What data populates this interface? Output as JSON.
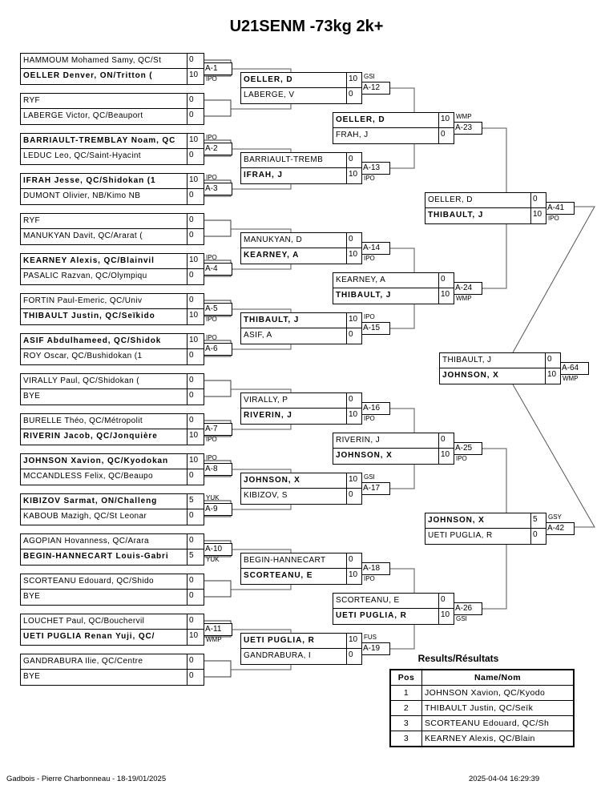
{
  "title": "U21SENM -73kg 2k+",
  "rounds": [
    [
      {
        "label": "A-1",
        "winner": 1,
        "note": "IPO",
        "players": [
          {
            "name": "HAMMOUM Mohamed Samy, QC/St",
            "score": "0"
          },
          {
            "name": "OELLER Denver, ON/Tritton (",
            "score": "10"
          }
        ]
      },
      {
        "label": null,
        "winner": null,
        "note": null,
        "players": [
          {
            "name": "RYF",
            "score": "0"
          },
          {
            "name": "LABERGE Victor, QC/Beauport",
            "score": "0"
          }
        ]
      },
      {
        "label": "A-2",
        "winner": 0,
        "note": "IPO",
        "players": [
          {
            "name": "BARRIAULT-TREMBLAY Noam, QC",
            "score": "10"
          },
          {
            "name": "LEDUC Leo, QC/Saint-Hyacint",
            "score": "0"
          }
        ]
      },
      {
        "label": "A-3",
        "winner": 0,
        "note": "IPO",
        "players": [
          {
            "name": "IFRAH Jesse, QC/Shidokan (1",
            "score": "10"
          },
          {
            "name": "DUMONT Olivier, NB/Kimo NB",
            "score": "0"
          }
        ]
      },
      {
        "label": null,
        "winner": null,
        "note": null,
        "players": [
          {
            "name": "RYF",
            "score": "0"
          },
          {
            "name": "MANUKYAN Davit, QC/Ararat (",
            "score": "0"
          }
        ]
      },
      {
        "label": "A-4",
        "winner": 0,
        "note": "IPO",
        "players": [
          {
            "name": "KEARNEY Alexis, QC/Blainvil",
            "score": "10"
          },
          {
            "name": "PASALIC Razvan, QC/Olympiqu",
            "score": "0"
          }
        ]
      },
      {
        "label": "A-5",
        "winner": 1,
        "note": "IPO",
        "players": [
          {
            "name": "FORTIN Paul-Emeric, QC/Univ",
            "score": "0"
          },
          {
            "name": "THIBAULT Justin, QC/Seïkido",
            "score": "10"
          }
        ]
      },
      {
        "label": "A-6",
        "winner": 0,
        "note": "IPO",
        "players": [
          {
            "name": "ASIF Abdulhameed, QC/Shidok",
            "score": "10"
          },
          {
            "name": "ROY Oscar, QC/Bushidokan (1",
            "score": "0"
          }
        ]
      },
      {
        "label": null,
        "winner": null,
        "note": null,
        "players": [
          {
            "name": "VIRALLY Paul, QC/Shidokan (",
            "score": "0"
          },
          {
            "name": "BYE",
            "score": "0"
          }
        ]
      },
      {
        "label": "A-7",
        "winner": 1,
        "note": "IPO",
        "players": [
          {
            "name": "BURELLE Théo, QC/Métropolit",
            "score": "0"
          },
          {
            "name": "RIVERIN Jacob, QC/Jonquière",
            "score": "10"
          }
        ]
      },
      {
        "label": "A-8",
        "winner": 0,
        "note": "IPO",
        "players": [
          {
            "name": "JOHNSON Xavion, QC/Kyodokan",
            "score": "10"
          },
          {
            "name": "MCCANDLESS Felix, QC/Beaupo",
            "score": "0"
          }
        ]
      },
      {
        "label": "A-9",
        "winner": 0,
        "note": "YUK",
        "players": [
          {
            "name": "KIBIZOV Sarmat, ON/Challeng",
            "score": "5"
          },
          {
            "name": "KABOUB Mazigh, QC/St Leonar",
            "score": "0"
          }
        ]
      },
      {
        "label": "A-10",
        "winner": 1,
        "note": "YUK",
        "players": [
          {
            "name": "AGOPIAN Hovanness, QC/Arara",
            "score": "0"
          },
          {
            "name": "BÉGIN-HANNECART Louis-Gabri",
            "score": "5"
          }
        ]
      },
      {
        "label": null,
        "winner": null,
        "note": null,
        "players": [
          {
            "name": "SCORTEANU Edouard, QC/Shido",
            "score": "0"
          },
          {
            "name": "BYE",
            "score": "0"
          }
        ]
      },
      {
        "label": "A-11",
        "winner": 1,
        "note": "WMP",
        "players": [
          {
            "name": "LOUCHET Paul, QC/Bouchervil",
            "score": "0"
          },
          {
            "name": "UETI PUGLIA Renan Yuji, QC/",
            "score": "10"
          }
        ]
      },
      {
        "label": null,
        "winner": null,
        "note": null,
        "players": [
          {
            "name": "GANDRABURA Ilie, QC/Centre",
            "score": "0"
          },
          {
            "name": "BYE",
            "score": "0"
          }
        ]
      }
    ],
    [
      {
        "label": "A-12",
        "winner": 0,
        "note": "GSI",
        "players": [
          {
            "name": "OELLER, D",
            "score": "10"
          },
          {
            "name": "LABERGE, V",
            "score": "0"
          }
        ]
      },
      {
        "label": "A-13",
        "winner": 1,
        "note": "IPO",
        "players": [
          {
            "name": "BARRIAULT-TREMB",
            "score": "0"
          },
          {
            "name": "IFRAH, J",
            "score": "10"
          }
        ]
      },
      {
        "label": "A-14",
        "winner": 1,
        "note": "IPO",
        "players": [
          {
            "name": "MANUKYAN, D",
            "score": "0"
          },
          {
            "name": "KEARNEY, A",
            "score": "10"
          }
        ]
      },
      {
        "label": "A-15",
        "winner": 0,
        "note": "IPO",
        "players": [
          {
            "name": "THIBAULT, J",
            "score": "10"
          },
          {
            "name": "ASIF, A",
            "score": "0"
          }
        ]
      },
      {
        "label": "A-16",
        "winner": 1,
        "note": "IPO",
        "players": [
          {
            "name": "VIRALLY, P",
            "score": "0"
          },
          {
            "name": "RIVERIN, J",
            "score": "10"
          }
        ]
      },
      {
        "label": "A-17",
        "winner": 0,
        "note": "GSI",
        "players": [
          {
            "name": "JOHNSON, X",
            "score": "10"
          },
          {
            "name": "KIBIZOV, S",
            "score": "0"
          }
        ]
      },
      {
        "label": "A-18",
        "winner": 1,
        "note": "IPO",
        "players": [
          {
            "name": "BÉGIN-HANNECART",
            "score": "0"
          },
          {
            "name": "SCORTEANU, E",
            "score": "10"
          }
        ]
      },
      {
        "label": "A-19",
        "winner": 0,
        "note": "FUS",
        "players": [
          {
            "name": "UETI PUGLIA, R",
            "score": "10"
          },
          {
            "name": "GANDRABURA, I",
            "score": "0"
          }
        ]
      }
    ],
    [
      {
        "label": "A-23",
        "winner": 0,
        "note": "WMP",
        "players": [
          {
            "name": "OELLER, D",
            "score": "10"
          },
          {
            "name": " FRAH, J",
            "score": "0"
          }
        ]
      },
      {
        "label": "A-24",
        "winner": 1,
        "note": "WMP",
        "players": [
          {
            "name": "KEARNEY, A",
            "score": "0"
          },
          {
            "name": "THIBAULT, J",
            "score": "10"
          }
        ]
      },
      {
        "label": "A-25",
        "winner": 1,
        "note": "IPO",
        "players": [
          {
            "name": "RIVERIN, J",
            "score": "0"
          },
          {
            "name": "JOHNSON, X",
            "score": "10"
          }
        ]
      },
      {
        "label": "A-26",
        "winner": 1,
        "note": "GSI",
        "players": [
          {
            "name": "SCORTEANU, E",
            "score": "0"
          },
          {
            "name": "UETI PUGLIA, R",
            "score": "10"
          }
        ]
      }
    ],
    [
      {
        "label": "A-41",
        "winner": 1,
        "note": "IPO",
        "players": [
          {
            "name": "OELLER, D",
            "score": "0"
          },
          {
            "name": "THIBAULT, J",
            "score": "10"
          }
        ]
      },
      {
        "label": "A-42",
        "winner": 0,
        "note": "GSY",
        "players": [
          {
            "name": "JOHNSON, X",
            "score": "5"
          },
          {
            "name": "UETI PUGLIA, R",
            "score": "0"
          }
        ]
      }
    ],
    [
      {
        "label": "A-64",
        "winner": 1,
        "note": "WMP",
        "players": [
          {
            "name": "THIBAULT, J",
            "score": "0"
          },
          {
            "name": "JOHNSON, X",
            "score": "10"
          }
        ]
      }
    ]
  ],
  "results": {
    "title": "Results/Résultats",
    "headers": [
      "Pos",
      "Name/Nom"
    ],
    "rows": [
      {
        "pos": "1",
        "name": "JOHNSON Xavion, QC/Kyodo"
      },
      {
        "pos": "2",
        "name": "THIBAULT Justin, QC/Seïk"
      },
      {
        "pos": "3",
        "name": "SCORTEANU Edouard, QC/Sh"
      },
      {
        "pos": "3",
        "name": "KEARNEY Alexis, QC/Blain"
      }
    ]
  },
  "footer": {
    "left": "Gadbois - Pierre Charbonneau - 18-19/01/2025",
    "right": "2025-04-04 16:29:39"
  }
}
